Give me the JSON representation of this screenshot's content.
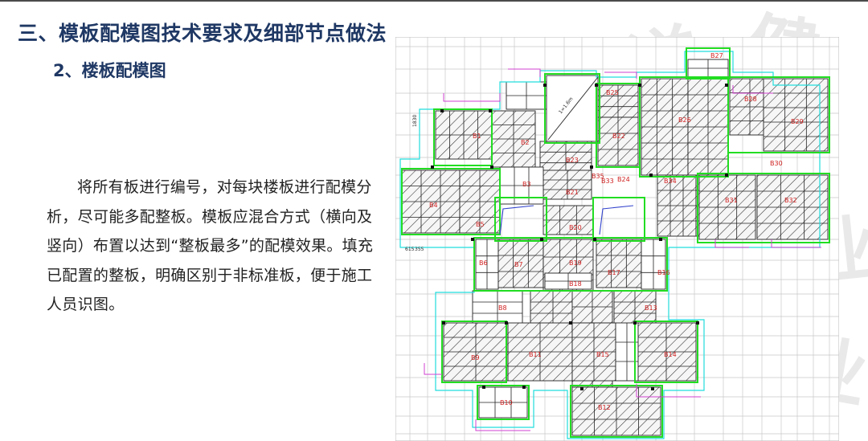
{
  "header": {
    "title": "三、模板配模图技术要求及细部节点做法",
    "subtitle": "2、楼板配模图"
  },
  "body": {
    "paragraph": "将所有板进行编号，对每块楼板进行配模分析，尽可能多配整板。模板应混合方式（横向及竖向）布置以达到“整板最多”的配模效果。填充已配置的整板，明确区别于非标准板，便于施工人员识图。"
  },
  "drawing": {
    "panel_labels": [
      "B1",
      "B2",
      "B3",
      "B4",
      "B5",
      "B6",
      "B7",
      "B8",
      "B9",
      "B10",
      "B11",
      "B12",
      "B13",
      "B14",
      "B15",
      "B16",
      "B17",
      "B18",
      "B19",
      "B20",
      "B21",
      "B22",
      "B23",
      "B24",
      "B25",
      "B26",
      "B27",
      "B28",
      "B29",
      "B30",
      "B31",
      "B32",
      "B33",
      "B34",
      "B35"
    ],
    "dimension_labels": [
      "1830",
      "615",
      "355",
      "1=1.6m"
    ],
    "colors": {
      "wall_outline": "#22dd22",
      "formwork_outline": "#22dddd",
      "panel_label": "#d02020",
      "hatch": "#333333",
      "grid": "#c8c8c8",
      "annotation": "#d040d0",
      "stair_line": "#3344cc"
    }
  }
}
